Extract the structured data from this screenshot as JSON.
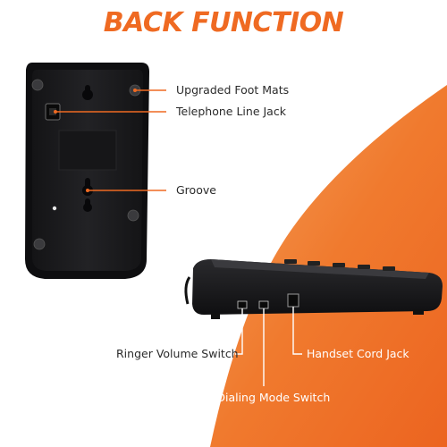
{
  "heading": "BACK FUNCTION",
  "callouts": {
    "foot_mats": "Upgraded Foot Mats",
    "line_jack": "Telephone Line Jack",
    "groove": "Groove",
    "ringer_switch": "Ringer Volume Switch",
    "cord_jack": "Handset Cord Jack",
    "dialing_switch": "P/T Dialing Mode Switch"
  },
  "colors": {
    "accent": "#ef6a22",
    "accent_light": "#f5a15c",
    "device": "#1c1c1e",
    "label_dark": "#2b2b2b",
    "label_light": "#ffffff"
  }
}
